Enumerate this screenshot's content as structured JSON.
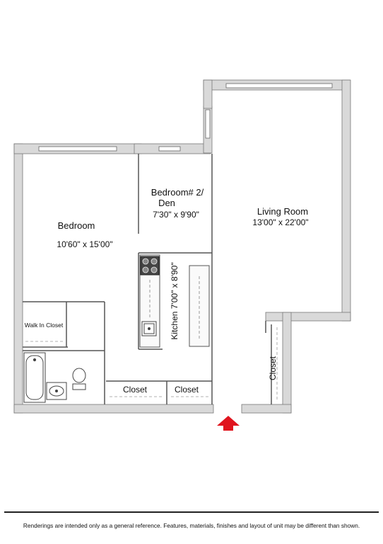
{
  "rooms": {
    "bedroom": {
      "name": "Bedroom",
      "size": "10'60\" x 15'00\""
    },
    "bedroom2": {
      "name_line1": "Bedroom# 2/",
      "name_line2": "Den",
      "size": "7'30\" x 9'90\""
    },
    "living": {
      "name": "Living Room",
      "size": "13'00\" x 22'00\""
    },
    "kitchen": {
      "label": "Kitchen 7'00\" x 8'90\""
    },
    "walk_in_closet": "Walk In Closet",
    "closet_1": "Closet",
    "closet_2": "Closet",
    "closet_3": "Closet"
  },
  "entry_arrow_color": "#e0141e",
  "wall_color": "#d9d9d9",
  "disclaimer": "Renderings are intended only as a general reference. Features, materials, finishes and layout of unit may be different than shown."
}
